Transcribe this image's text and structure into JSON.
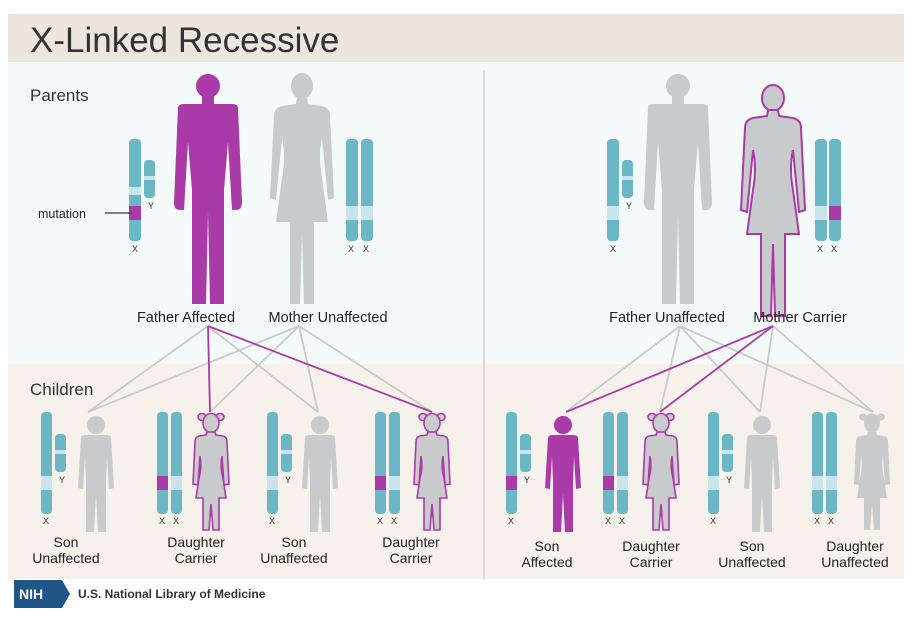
{
  "title": "X-Linked Recessive",
  "sections": {
    "parents": "Parents",
    "children": "Children"
  },
  "annotation": {
    "mutation": "mutation"
  },
  "chromosome_letters": {
    "x": "X",
    "y": "Y"
  },
  "left": {
    "father": "Father Affected",
    "mother": "Mother Unaffected",
    "children": [
      {
        "line1": "Son",
        "line2": "Unaffected"
      },
      {
        "line1": "Daughter",
        "line2": "Carrier"
      },
      {
        "line1": "Son",
        "line2": "Unaffected"
      },
      {
        "line1": "Daughter",
        "line2": "Carrier"
      }
    ]
  },
  "right": {
    "father": "Father Unaffected",
    "mother": "Mother Carrier",
    "children": [
      {
        "line1": "Son",
        "line2": "Affected"
      },
      {
        "line1": "Daughter",
        "line2": "Carrier"
      },
      {
        "line1": "Son",
        "line2": "Unaffected"
      },
      {
        "line1": "Daughter",
        "line2": "Unaffected"
      }
    ]
  },
  "footer": {
    "logo": "NIH",
    "org": "U.S. National Library of Medicine"
  },
  "colors": {
    "affected": "#a93aa8",
    "carrier_outline": "#a93aa8",
    "unaffected": "#c8cacb",
    "chromosome": "#6cb7c6",
    "chromosome_band": "#c9e4ea",
    "children_bg": "#f6f1ea",
    "title_bg": "#ebe7df"
  }
}
